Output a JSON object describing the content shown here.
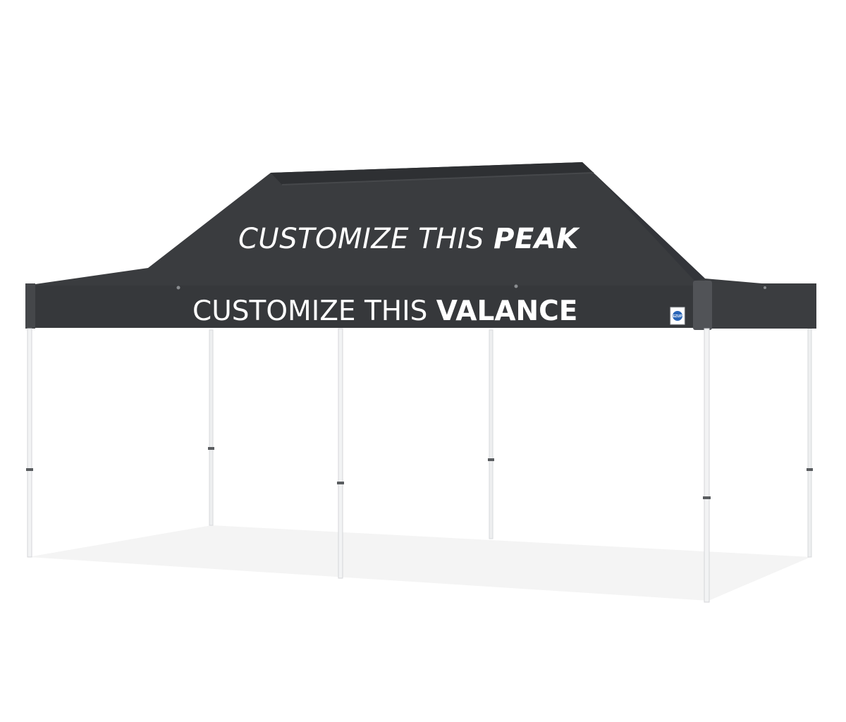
{
  "peak_text": {
    "prefix": "CUSTOMIZE THIS ",
    "emphasis": "PEAK"
  },
  "valance_text": {
    "prefix": "CUSTOMIZE THIS ",
    "emphasis": "VALANCE"
  },
  "badge": {
    "label": "EZUP"
  },
  "colors": {
    "canopy": "#3a3c3f",
    "canopy_top": "#2e3033",
    "canopy_shadow": "#303235",
    "valance": "#36383b",
    "leg": "#f2f3f4",
    "leg_joint": "#5a5d60",
    "floor_shadow": "#f4f4f4",
    "text": "#ffffff"
  }
}
